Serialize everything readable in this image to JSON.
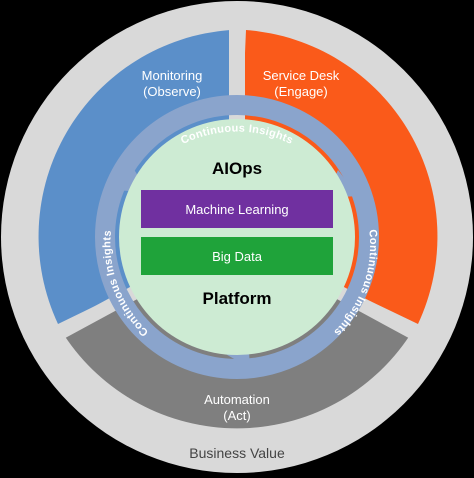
{
  "sectors": {
    "monitoring": {
      "line1": "Monitoring",
      "line2": "(Observe)",
      "color": "#5b8fc9"
    },
    "service_desk": {
      "line1": "Service Desk",
      "line2": "(Engage)",
      "color": "#fa5a1a"
    },
    "automation": {
      "line1": "Automation",
      "line2": "(Act)",
      "color": "#7f7f7f"
    }
  },
  "outer_ring": {
    "label": "Business Value",
    "color": "#d9d9d9"
  },
  "loop": {
    "labels": [
      "Continuous Insights",
      "Continuous Insights",
      "Continuous Insights"
    ],
    "color": "#7f9ac4"
  },
  "center": {
    "title": "AIOps",
    "bottom_label": "Platform",
    "fill": "#cdebd3",
    "bands": [
      {
        "label": "Machine Learning",
        "color": "#7030a0"
      },
      {
        "label": "Big Data",
        "color": "#1fa33a"
      }
    ]
  }
}
